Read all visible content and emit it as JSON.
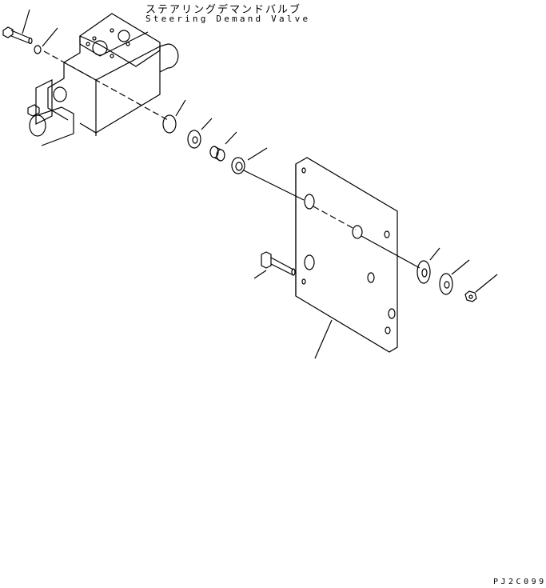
{
  "title": {
    "japanese": "ステアリングデマンドバルブ",
    "english": "Steering Demand Valve"
  },
  "drawing_code": "PJ2C099",
  "parts": [
    "bolt-icon",
    "washer-icon",
    "valve-body-icon",
    "seal-icon",
    "spacer-icon",
    "collar-icon",
    "bracket-plate-icon",
    "bolt-icon",
    "washer-icon",
    "washer-icon",
    "nut-icon"
  ],
  "line_color": "#000000",
  "background": "#ffffff"
}
